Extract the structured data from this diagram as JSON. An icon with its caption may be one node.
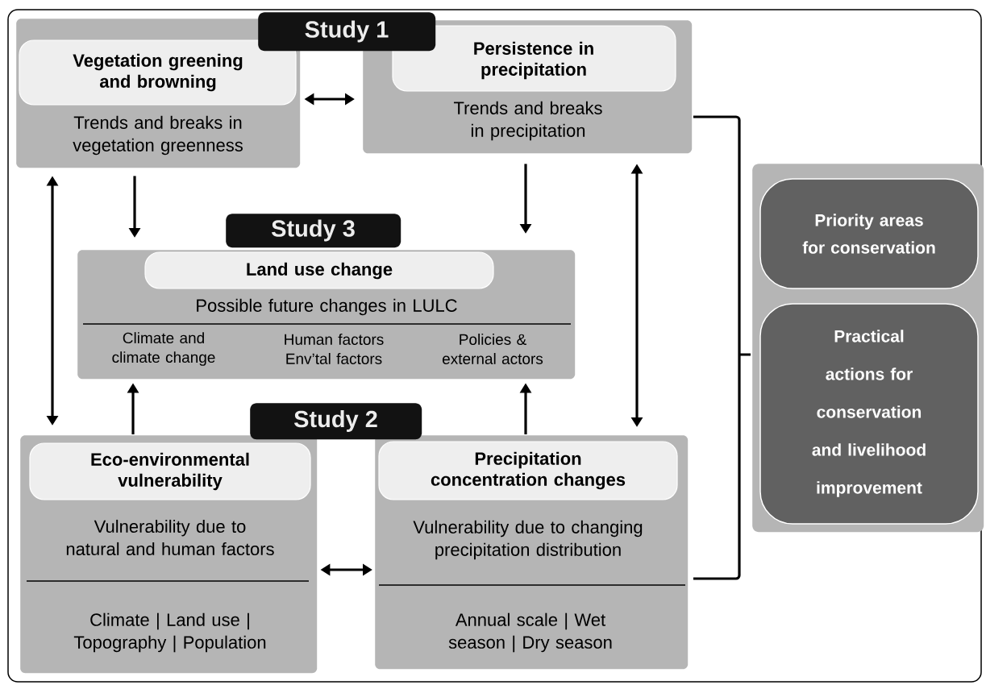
{
  "diagram": {
    "nodes": [
      {
        "text": [
          "Study 1"
        ]
      },
      {
        "text": [
          "Vegetation greening and browning",
          "Trends and breaks in vegetation greenness"
        ]
      },
      {
        "text": [
          "Persistence in precipitation",
          "Trends and breaks in precipitation"
        ]
      },
      {
        "text": [
          "Study 3"
        ]
      },
      {
        "text": [
          "Land use change",
          "Possible future changes in LULC",
          "Climate and climate change",
          "Human factors Env’tal factors",
          "Policies & external actors"
        ]
      },
      {
        "text": [
          "Study 2"
        ]
      },
      {
        "text": [
          "Eco-environmental vulnerability",
          "Vulnerability due to natural and human factors",
          "Climate | Land use | Topography | Population"
        ]
      },
      {
        "text": [
          "Precipitation concentration changes",
          "Vulnerability due to changing precipitation distribution",
          "Annual scale | Wet season | Dry season"
        ]
      },
      {
        "text": [],
        "shape": "box"
      },
      {
        "text": [
          "Priority areas for conservation"
        ],
        "in": 8
      },
      {
        "text": [
          "Practical actions for conservation and livelihood improvement"
        ],
        "in": 8
      }
    ],
    "edges": [
      {
        "from": 1,
        "to": 2,
        "arrow": "both"
      },
      {
        "from": 1,
        "to": 4,
        "arrow": "to"
      },
      {
        "from": 2,
        "to": 4,
        "arrow": "to"
      },
      {
        "from": 1,
        "to": 6,
        "arrow": "both"
      },
      {
        "from": 2,
        "to": 7,
        "arrow": "both"
      },
      {
        "from": 6,
        "to": 4,
        "arrow": "to"
      },
      {
        "from": 7,
        "to": 4,
        "arrow": "to"
      },
      {
        "from": 6,
        "to": 7,
        "arrow": "both"
      }
    ]
  }
}
